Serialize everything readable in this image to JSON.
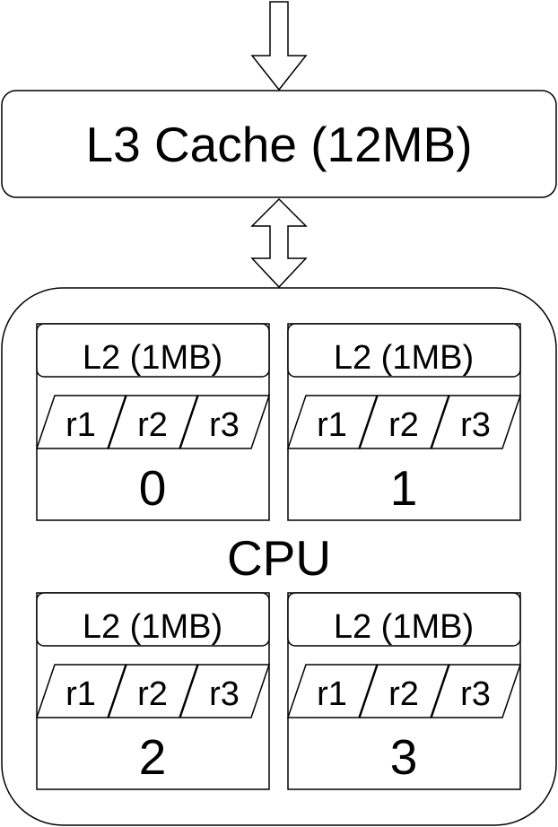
{
  "l3_cache": {
    "label": "L3 Cache (12MB)"
  },
  "cpu": {
    "label": "CPU"
  },
  "cores": [
    {
      "id": "0",
      "l2_label": "L2 (1MB)",
      "registers": [
        "r1",
        "r2",
        "r3"
      ]
    },
    {
      "id": "1",
      "l2_label": "L2 (1MB)",
      "registers": [
        "r1",
        "r2",
        "r3"
      ]
    },
    {
      "id": "2",
      "l2_label": "L2 (1MB)",
      "registers": [
        "r1",
        "r2",
        "r3"
      ]
    },
    {
      "id": "3",
      "l2_label": "L2 (1MB)",
      "registers": [
        "r1",
        "r2",
        "r3"
      ]
    }
  ],
  "colors": {
    "stroke": "#000000",
    "fill": "#ffffff"
  }
}
